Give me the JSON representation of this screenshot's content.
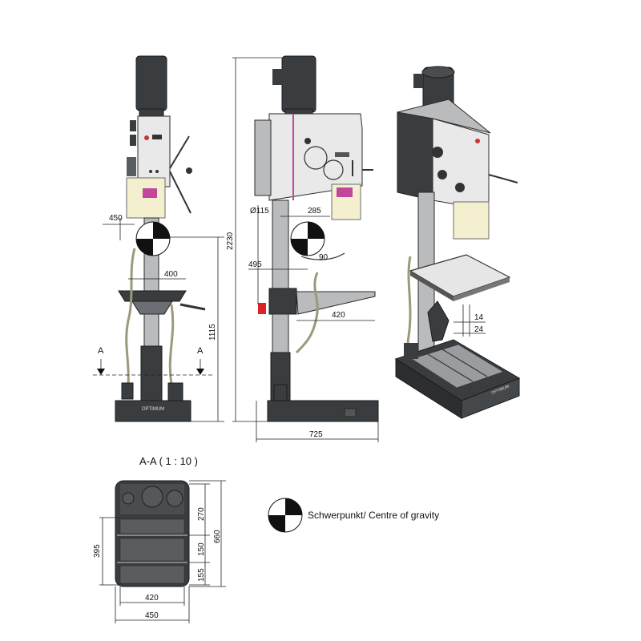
{
  "section_title": "A-A ( 1 : 10 )",
  "legend_label": "Schwerpunkt/ Centre of gravity",
  "section_marker": "A",
  "brand_label": "OPTIMUM",
  "dimensions": {
    "front_width": "450",
    "front_arm": "400",
    "front_height": "1115",
    "overall_height": "2230",
    "column_diameter": "Ø115",
    "spindle_reach": "285",
    "side_depth": "495",
    "table_angle": "90",
    "table_reach": "420",
    "base_length": "725",
    "slot_14": "14",
    "slot_24": "24",
    "section_270": "270",
    "section_150": "150",
    "section_155": "155",
    "section_395": "395",
    "section_660": "660",
    "section_420": "420",
    "section_450": "450"
  },
  "colors": {
    "machine_dark": "#3a3d40",
    "machine_light": "#e9e9ea",
    "accent_magenta": "#c2479b",
    "coolant_tank": "#f3efcf"
  }
}
